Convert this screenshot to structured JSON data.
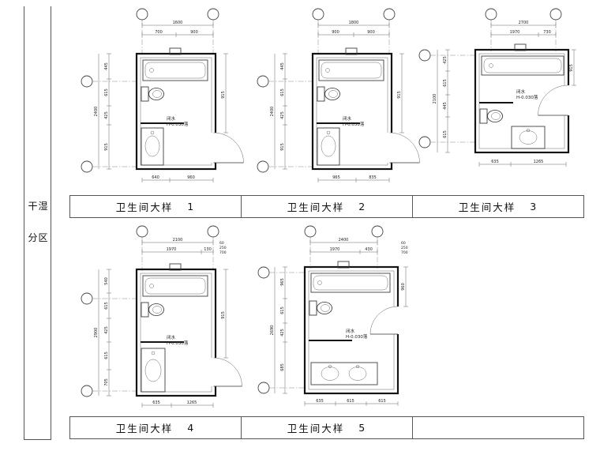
{
  "sidebar": {
    "line1": "干湿",
    "line2": "分区"
  },
  "captions": {
    "c1": {
      "title": "卫生间大样",
      "num": "1"
    },
    "c2": {
      "title": "卫生间大样",
      "num": "2"
    },
    "c3": {
      "title": "卫生间大样",
      "num": "3"
    },
    "c4": {
      "title": "卫生间大样",
      "num": "4"
    },
    "c5": {
      "title": "卫生间大样",
      "num": "5"
    }
  },
  "drawings": {
    "d1": {
      "top_total": "1600",
      "top_seg1": "700",
      "top_seg2": "900",
      "left_total": "2400",
      "left_segs": [
        "445",
        "615",
        "425",
        "915"
      ],
      "right_dim": "915",
      "bottom_seg1": "640",
      "bottom_seg2": "960",
      "note_line1": "闭水",
      "note_line2": "H-0.030落"
    },
    "d2": {
      "top_total": "1800",
      "top_seg1": "900",
      "top_seg2": "900",
      "left_total": "2400",
      "left_segs": [
        "445",
        "615",
        "425",
        "915"
      ],
      "right_dim": "915",
      "bottom_seg1": "965",
      "bottom_seg2": "835",
      "note_line1": "闭水",
      "note_line2": "H-0.030落"
    },
    "d3": {
      "top_total": "2700",
      "top_seg1": "1970",
      "top_seg2": "730",
      "left_total": "2100",
      "left_segs": [
        "425",
        "615",
        "445",
        "615"
      ],
      "right_dim": "915",
      "bottom_seg1": "635",
      "bottom_seg2": "1265",
      "note_line1": "闭水",
      "note_line2": "H-0.030落"
    },
    "d4": {
      "top_total": "2100",
      "top_seg1": "1970",
      "top_seg2": "130",
      "top_stack": [
        "60",
        "250",
        "700"
      ],
      "left_total": "2900",
      "left_segs": [
        "540",
        "615",
        "425",
        "615",
        "705"
      ],
      "right_dim": "915",
      "bottom_seg1": "635",
      "bottom_seg2": "1265",
      "note_line1": "闭水",
      "note_line2": "H-0.030落"
    },
    "d5": {
      "top_total": "2400",
      "top_seg1": "1970",
      "top_seg2": "430",
      "top_stack": [
        "60",
        "250",
        "700"
      ],
      "left_total": "2690",
      "left_segs": [
        "965",
        "615",
        "425",
        "685"
      ],
      "right_dim": "960",
      "bottom_seg1": "635",
      "bottom_seg2": "615",
      "bottom_seg3": "615",
      "note_line1": "闭水",
      "note_line2": "H-0.030落"
    }
  }
}
